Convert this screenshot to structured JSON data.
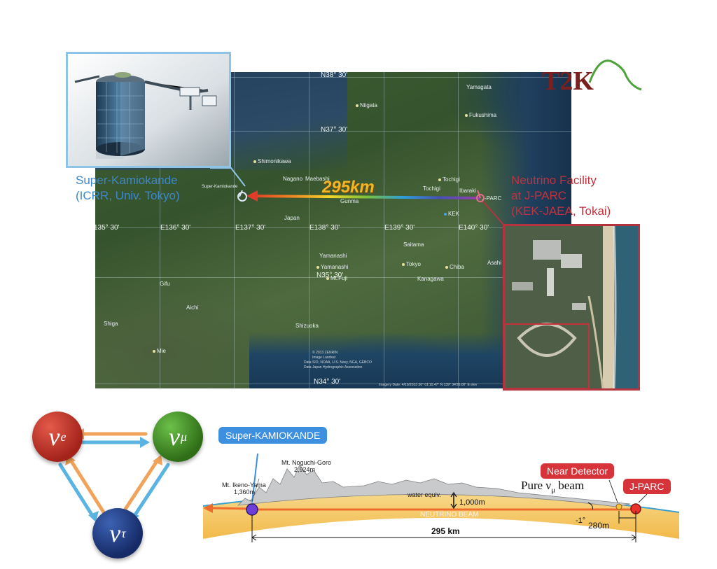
{
  "logo": {
    "text": "T2K"
  },
  "map": {
    "coords": {
      "lat38": "N38° 30'",
      "lat37": "N37° 30'",
      "lat35": "N35° 30'",
      "lat34": "N34° 30'",
      "lon135": "135° 30'",
      "lon136": "E136° 30'",
      "lon137": "E137° 30'",
      "lon138": "E138° 30'",
      "lon139": "E139° 30'",
      "lon140": "E140° 30'"
    },
    "places": {
      "niigata": "Niigata",
      "fukushima": "Fukushima",
      "yamagata": "Yamagata",
      "shimonikawa": "Shimonikawa",
      "nagano": "Nagano",
      "maebashi": "Maebashi",
      "tochigi": "Tochigi",
      "ibaraki": "Ibaraki",
      "gunma": "Gunma",
      "kek": "KEK",
      "japan": "Japan",
      "saitama": "Saitama",
      "yamanashi": "Yamanashi",
      "tokyo": "Tokyo",
      "chiba": "Chiba",
      "mtfuji": "Mt.Fuji",
      "kanagawa": "Kanagawa",
      "gifu": "Gifu",
      "aichi": "Aichi",
      "shiga": "Shiga",
      "shizuoka": "Shizuoka",
      "mie": "Mie",
      "asahi": "Asahi",
      "jparc": "J-PARC",
      "superk_small": "Super-Kamiokande"
    },
    "credits": [
      "© 2013 ZENRIN",
      "Image Landsat",
      "Data SIO, NOAA, U.S. Navy, NGA, GEBCO",
      "Data Japan Hydrographic Association"
    ],
    "imagery": "Imagery Date: 4/10/2013   36° 01'10.47\" N  139° 34'26.00\" E  elev"
  },
  "labels": {
    "sk_line1": "Super-Kamiokande",
    "sk_line2": "(ICRR, Univ. Tokyo)",
    "jp_line1": "Neutrino Facility",
    "jp_line2": "at J-PARC",
    "jp_line3": "(KEK-JAEA, Tokai)",
    "distance": "295km"
  },
  "neutrinos": {
    "e": {
      "base": "ν",
      "sub": "e",
      "color": "#c0392b"
    },
    "mu": {
      "base": "ν",
      "sub": "μ",
      "color": "#3f8a1f"
    },
    "tau": {
      "base": "ν",
      "sub": "τ",
      "color": "#1f3f86"
    }
  },
  "profile": {
    "superk_pill": "Super-KAMIOKANDE",
    "near_pill": "Near Detector",
    "jparc_pill": "J-PARC",
    "ikeno_name": "Mt. Ikeno-Yama",
    "ikeno_height": "1,360m",
    "noguchi_name": "Mt. Noguchi-Goro",
    "noguchi_height": "2,924m",
    "water_equiv": "water equiv.",
    "depth": "1,000m",
    "beam_label": "NEUTRINO BEAM",
    "pure_beam_prefix": "Pure ν",
    "pure_beam_sub": "μ",
    "pure_beam_suffix": " beam",
    "angle": "-1°",
    "near_distance": "280m",
    "total_distance": "295 km"
  }
}
